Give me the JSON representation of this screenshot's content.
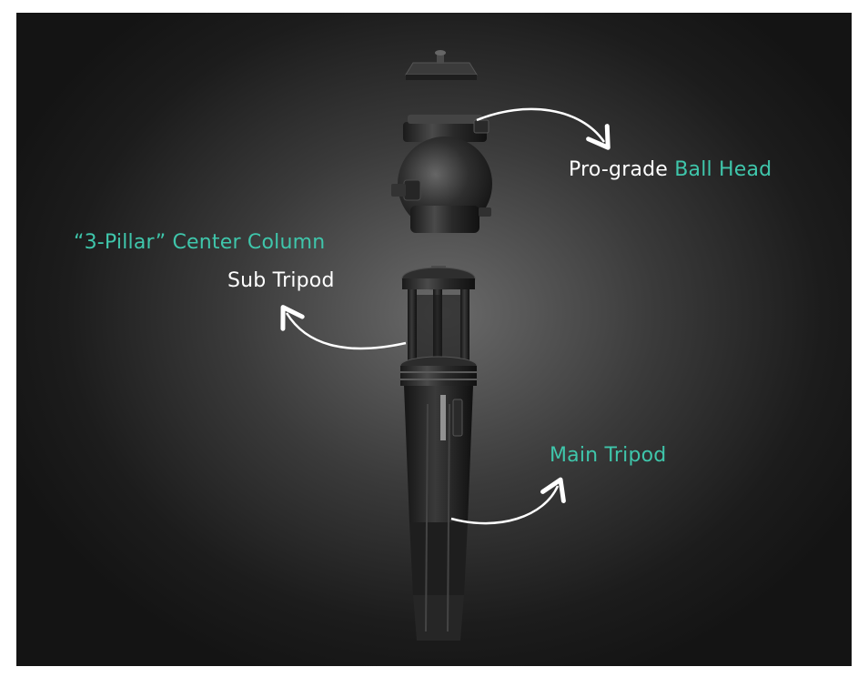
{
  "labels": {
    "ball_head_prefix": "Pro-grade ",
    "ball_head_accent": "Ball Head",
    "center_column": "“3-Pillar” Center Column",
    "sub_tripod": "Sub Tripod",
    "main_tripod": "Main Tripod"
  },
  "colors": {
    "accent": "#3fc6ab",
    "text": "#ffffff",
    "background": "#1c1c1c"
  }
}
